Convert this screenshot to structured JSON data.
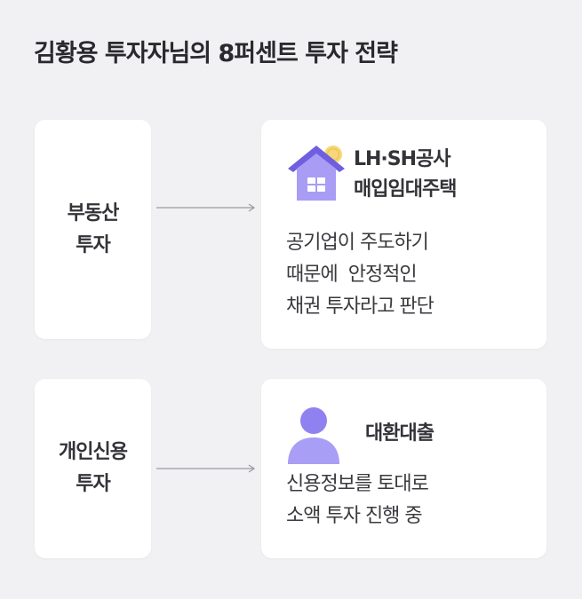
{
  "title": "김황용 투자자님의 8퍼센트 투자 전략",
  "rows": [
    {
      "category_lines": [
        "부동산",
        "투자"
      ],
      "product_lines": [
        "LH·SH공사",
        "매입임대주택"
      ],
      "icon": "house-icon",
      "description_lines": [
        "공기업이 주도하기",
        "때문에  안정적인",
        "채권 투자라고 판단"
      ]
    },
    {
      "category_lines": [
        "개인신용",
        "투자"
      ],
      "product_lines": [
        "대환대출"
      ],
      "icon": "person-icon",
      "description_lines": [
        "신용정보를 토대로",
        "소액 투자 진행 중"
      ]
    }
  ],
  "colors": {
    "background": "#f1f1f3",
    "card": "#ffffff",
    "accent_purple": "#8a7cf0",
    "coin_yellow": "#f6d77a",
    "arrow": "#9a9aa0"
  }
}
